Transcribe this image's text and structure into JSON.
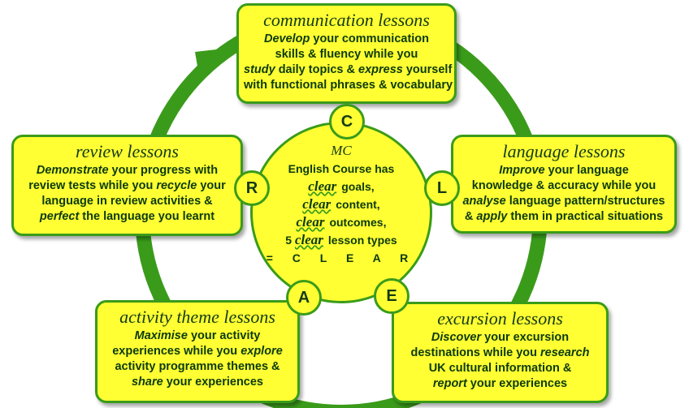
{
  "center": {
    "mc": "MC",
    "line1": "English Course has",
    "clear_word": "clear",
    "items": [
      "goals,",
      "content,",
      "outcomes,"
    ],
    "lesson_prefix": "5",
    "lesson_suffix": "lesson types",
    "acronym": "= C L E A R"
  },
  "badges": {
    "c": "C",
    "l": "L",
    "e": "E",
    "a": "A",
    "r": "R"
  },
  "communication": {
    "title": "communication lessons",
    "l1a": "Develop",
    "l1b": " your communication",
    "l2": "skills & fluency while you",
    "l3a": "study",
    "l3b": " daily topics & ",
    "l3c": "express",
    "l3d": " yourself",
    "l4": "with functional phrases & vocabulary"
  },
  "language": {
    "title": "language lessons",
    "l1a": "Improve",
    "l1b": " your language",
    "l2": "knowledge & accuracy while you",
    "l3a": "analyse",
    "l3b": " language pattern/structures",
    "l4a": "& ",
    "l4b": "apply",
    "l4c": " them in practical situations"
  },
  "excursion": {
    "title": "excursion lessons",
    "l1a": "Discover",
    "l1b": " your excursion",
    "l2a": "destinations while you ",
    "l2b": "research",
    "l3": "UK cultural information &",
    "l4a": "report",
    "l4b": " your experiences"
  },
  "activity": {
    "title": "activity theme lessons",
    "l1a": "Maximise",
    "l1b": " your activity",
    "l2a": "experiences while you ",
    "l2b": "explore",
    "l3": "activity programme themes &",
    "l4a": "share",
    "l4b": " your experiences"
  },
  "review": {
    "title": "review lessons",
    "l1a": "Demonstrate",
    "l1b": " your progress with",
    "l2a": "review tests while you ",
    "l2b": "recycle",
    "l2c": " your",
    "l3": "language in review activities &",
    "l4a": "perfect",
    "l4b": " the language you learnt"
  },
  "colors": {
    "fill": "#ffff33",
    "ring": "#3a9b1a",
    "text": "#0c3a0c"
  }
}
